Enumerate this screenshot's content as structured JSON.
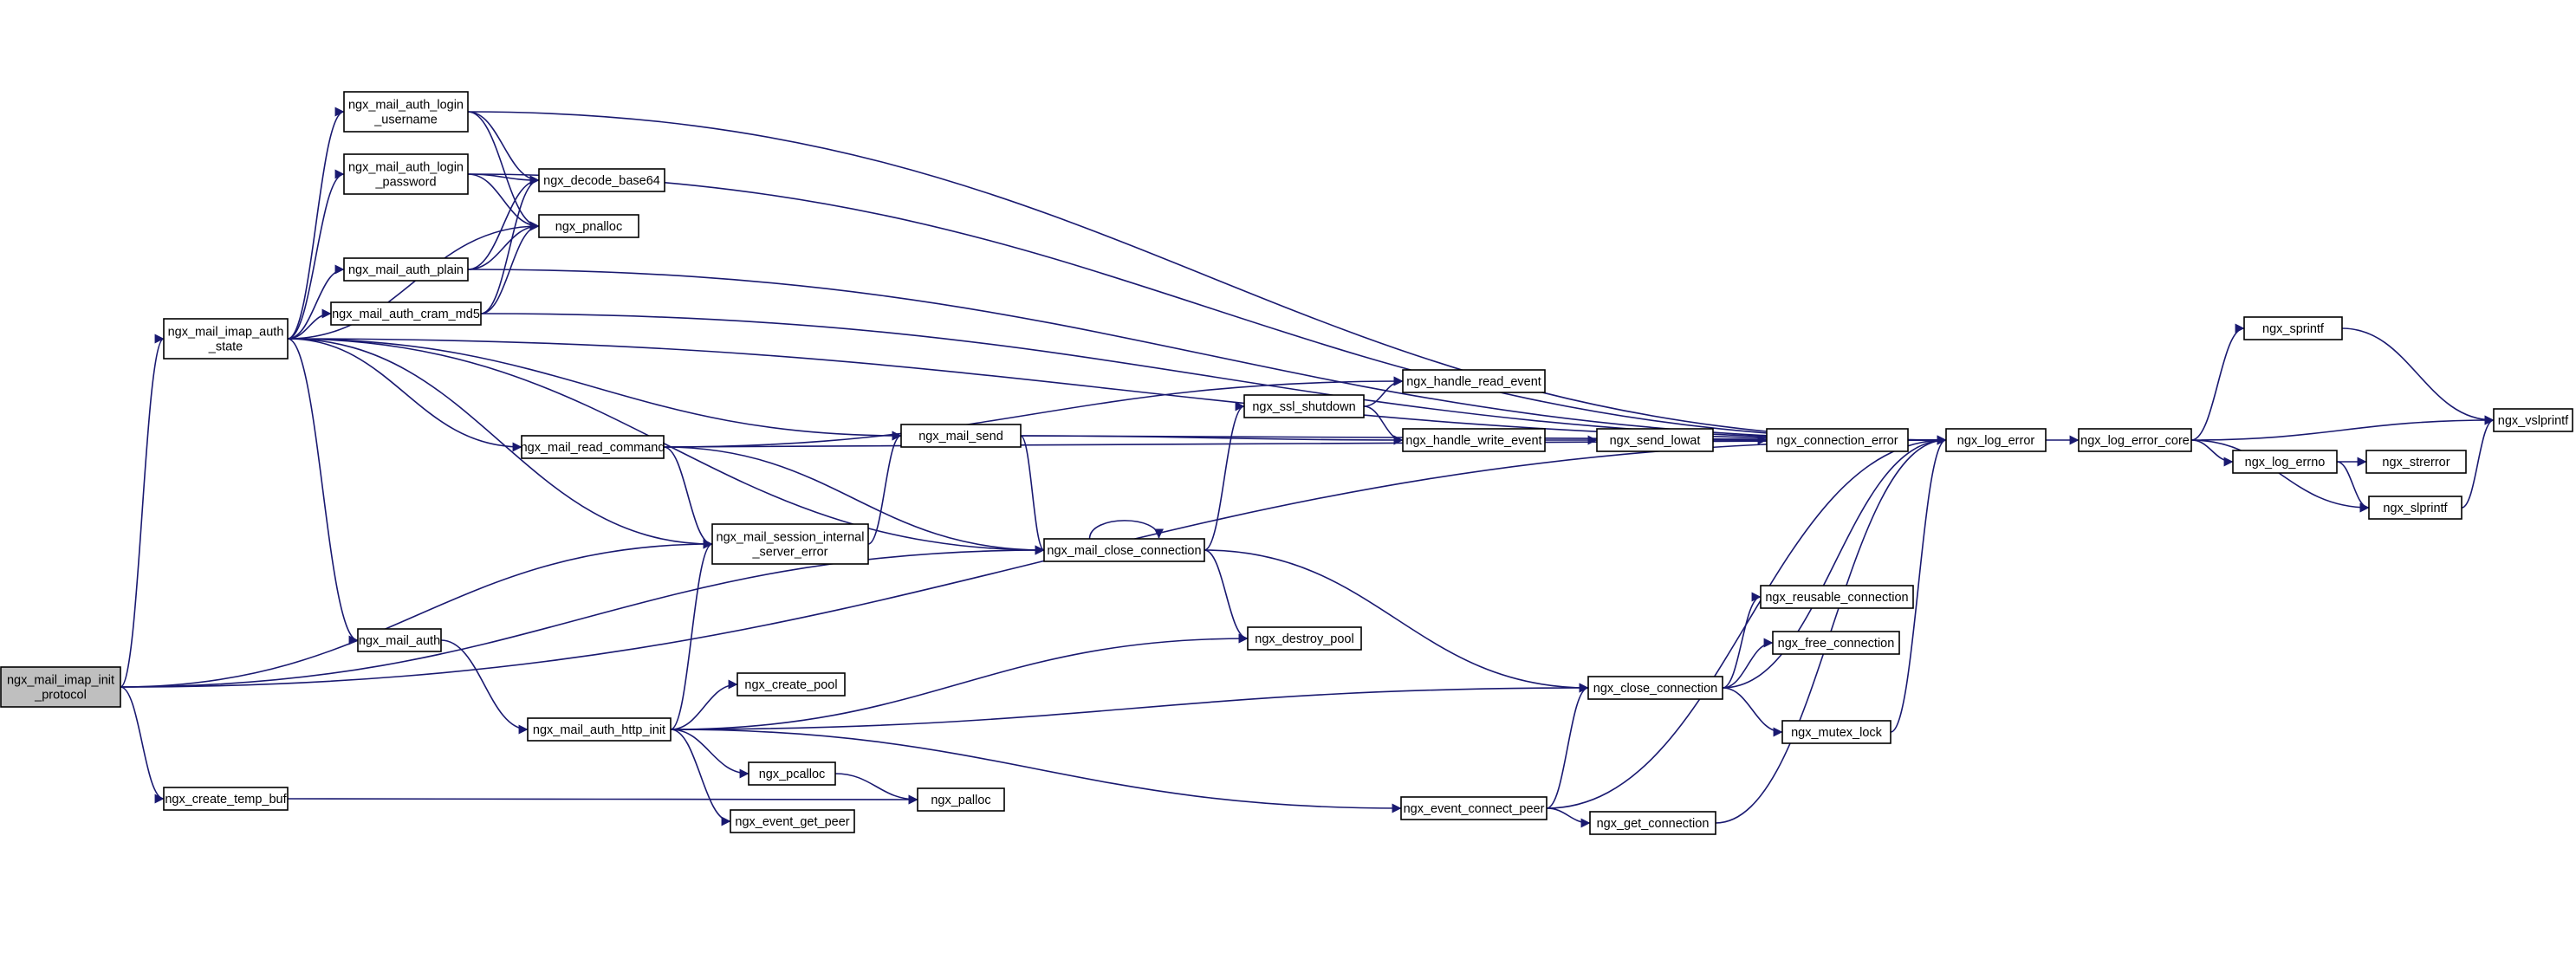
{
  "graph": {
    "title": "Call graph",
    "root_node": "ngx_mail_imap_init_protocol",
    "colors": {
      "edge": "#191970",
      "node_fill": "#ffffff",
      "root_fill": "#bfbfbf",
      "node_border": "#000000"
    }
  },
  "nodes": {
    "imap_init": {
      "lines": [
        "ngx_mail_imap_init",
        "_protocol"
      ]
    },
    "imap_auth_state": {
      "lines": [
        "ngx_mail_imap_auth",
        "_state"
      ]
    },
    "create_temp_buf": {
      "lines": [
        "ngx_create_temp_buf"
      ]
    },
    "auth_login_username": {
      "lines": [
        "ngx_mail_auth_login",
        "_username"
      ]
    },
    "auth_login_password": {
      "lines": [
        "ngx_mail_auth_login",
        "_password"
      ]
    },
    "auth_plain": {
      "lines": [
        "ngx_mail_auth_plain"
      ]
    },
    "auth_cram_md5": {
      "lines": [
        "ngx_mail_auth_cram_md5"
      ]
    },
    "read_command": {
      "lines": [
        "ngx_mail_read_command"
      ]
    },
    "mail_auth": {
      "lines": [
        "ngx_mail_auth"
      ]
    },
    "auth_http_init": {
      "lines": [
        "ngx_mail_auth_http_init"
      ]
    },
    "decode_base64": {
      "lines": [
        "ngx_decode_base64"
      ]
    },
    "pnalloc": {
      "lines": [
        "ngx_pnalloc"
      ]
    },
    "session_internal_server_error": {
      "lines": [
        "ngx_mail_session_internal",
        "_server_error"
      ]
    },
    "mail_send": {
      "lines": [
        "ngx_mail_send"
      ]
    },
    "create_pool": {
      "lines": [
        "ngx_create_pool"
      ]
    },
    "pcalloc": {
      "lines": [
        "ngx_pcalloc"
      ]
    },
    "event_get_peer": {
      "lines": [
        "ngx_event_get_peer"
      ]
    },
    "palloc": {
      "lines": [
        "ngx_palloc"
      ]
    },
    "mail_close_connection": {
      "lines": [
        "ngx_mail_close_connection"
      ]
    },
    "ssl_shutdown": {
      "lines": [
        "ngx_ssl_shutdown"
      ]
    },
    "handle_read_event": {
      "lines": [
        "ngx_handle_read_event"
      ]
    },
    "handle_write_event": {
      "lines": [
        "ngx_handle_write_event"
      ]
    },
    "destroy_pool": {
      "lines": [
        "ngx_destroy_pool"
      ]
    },
    "event_connect_peer": {
      "lines": [
        "ngx_event_connect_peer"
      ]
    },
    "send_lowat": {
      "lines": [
        "ngx_send_lowat"
      ]
    },
    "close_connection": {
      "lines": [
        "ngx_close_connection"
      ]
    },
    "get_connection": {
      "lines": [
        "ngx_get_connection"
      ]
    },
    "connection_error": {
      "lines": [
        "ngx_connection_error"
      ]
    },
    "reusable_connection": {
      "lines": [
        "ngx_reusable_connection"
      ]
    },
    "free_connection": {
      "lines": [
        "ngx_free_connection"
      ]
    },
    "mutex_lock": {
      "lines": [
        "ngx_mutex_lock"
      ]
    },
    "log_error": {
      "lines": [
        "ngx_log_error"
      ]
    },
    "log_error_core": {
      "lines": [
        "ngx_log_error_core"
      ]
    },
    "sprintf": {
      "lines": [
        "ngx_sprintf"
      ]
    },
    "log_errno": {
      "lines": [
        "ngx_log_errno"
      ]
    },
    "strerror": {
      "lines": [
        "ngx_strerror"
      ]
    },
    "slprintf": {
      "lines": [
        "ngx_slprintf"
      ]
    },
    "vslprintf": {
      "lines": [
        "ngx_vslprintf"
      ]
    }
  },
  "edges": [
    [
      "imap_init",
      "imap_auth_state"
    ],
    [
      "imap_init",
      "create_temp_buf"
    ],
    [
      "imap_init",
      "session_internal_server_error"
    ],
    [
      "imap_init",
      "mail_close_connection"
    ],
    [
      "imap_init",
      "log_error"
    ],
    [
      "imap_auth_state",
      "auth_login_username"
    ],
    [
      "imap_auth_state",
      "auth_login_password"
    ],
    [
      "imap_auth_state",
      "auth_plain"
    ],
    [
      "imap_auth_state",
      "auth_cram_md5"
    ],
    [
      "imap_auth_state",
      "read_command"
    ],
    [
      "imap_auth_state",
      "mail_auth"
    ],
    [
      "imap_auth_state",
      "session_internal_server_error"
    ],
    [
      "imap_auth_state",
      "mail_send"
    ],
    [
      "imap_auth_state",
      "mail_close_connection"
    ],
    [
      "imap_auth_state",
      "pnalloc"
    ],
    [
      "imap_auth_state",
      "log_error"
    ],
    [
      "create_temp_buf",
      "palloc"
    ],
    [
      "auth_login_username",
      "decode_base64"
    ],
    [
      "auth_login_username",
      "pnalloc"
    ],
    [
      "auth_login_username",
      "log_error"
    ],
    [
      "auth_login_password",
      "decode_base64"
    ],
    [
      "auth_login_password",
      "pnalloc"
    ],
    [
      "auth_login_password",
      "log_error"
    ],
    [
      "auth_plain",
      "decode_base64"
    ],
    [
      "auth_plain",
      "pnalloc"
    ],
    [
      "auth_plain",
      "log_error"
    ],
    [
      "auth_cram_md5",
      "decode_base64"
    ],
    [
      "auth_cram_md5",
      "pnalloc"
    ],
    [
      "auth_cram_md5",
      "log_error"
    ],
    [
      "read_command",
      "session_internal_server_error"
    ],
    [
      "read_command",
      "mail_close_connection"
    ],
    [
      "read_command",
      "handle_read_event"
    ],
    [
      "read_command",
      "log_error"
    ],
    [
      "mail_auth",
      "auth_http_init"
    ],
    [
      "auth_http_init",
      "session_internal_server_error"
    ],
    [
      "auth_http_init",
      "create_pool"
    ],
    [
      "auth_http_init",
      "pcalloc"
    ],
    [
      "auth_http_init",
      "event_get_peer"
    ],
    [
      "auth_http_init",
      "destroy_pool"
    ],
    [
      "auth_http_init",
      "event_connect_peer"
    ],
    [
      "auth_http_init",
      "close_connection"
    ],
    [
      "session_internal_server_error",
      "mail_send"
    ],
    [
      "mail_send",
      "mail_close_connection"
    ],
    [
      "mail_send",
      "handle_write_event"
    ],
    [
      "mail_send",
      "log_error"
    ],
    [
      "pcalloc",
      "palloc"
    ],
    [
      "mail_close_connection",
      "mail_close_connection"
    ],
    [
      "mail_close_connection",
      "ssl_shutdown"
    ],
    [
      "mail_close_connection",
      "destroy_pool"
    ],
    [
      "mail_close_connection",
      "close_connection"
    ],
    [
      "ssl_shutdown",
      "handle_read_event"
    ],
    [
      "ssl_shutdown",
      "handle_write_event"
    ],
    [
      "handle_write_event",
      "send_lowat"
    ],
    [
      "send_lowat",
      "connection_error"
    ],
    [
      "connection_error",
      "log_error"
    ],
    [
      "event_connect_peer",
      "close_connection"
    ],
    [
      "event_connect_peer",
      "get_connection"
    ],
    [
      "event_connect_peer",
      "log_error"
    ],
    [
      "get_connection",
      "log_error"
    ],
    [
      "close_connection",
      "reusable_connection"
    ],
    [
      "close_connection",
      "free_connection"
    ],
    [
      "close_connection",
      "mutex_lock"
    ],
    [
      "close_connection",
      "log_error"
    ],
    [
      "mutex_lock",
      "log_error"
    ],
    [
      "log_error",
      "log_error_core"
    ],
    [
      "log_error_core",
      "sprintf"
    ],
    [
      "log_error_core",
      "log_errno"
    ],
    [
      "log_error_core",
      "vslprintf"
    ],
    [
      "log_error_core",
      "slprintf"
    ],
    [
      "sprintf",
      "vslprintf"
    ],
    [
      "log_errno",
      "strerror"
    ],
    [
      "log_errno",
      "slprintf"
    ],
    [
      "slprintf",
      "vslprintf"
    ]
  ]
}
